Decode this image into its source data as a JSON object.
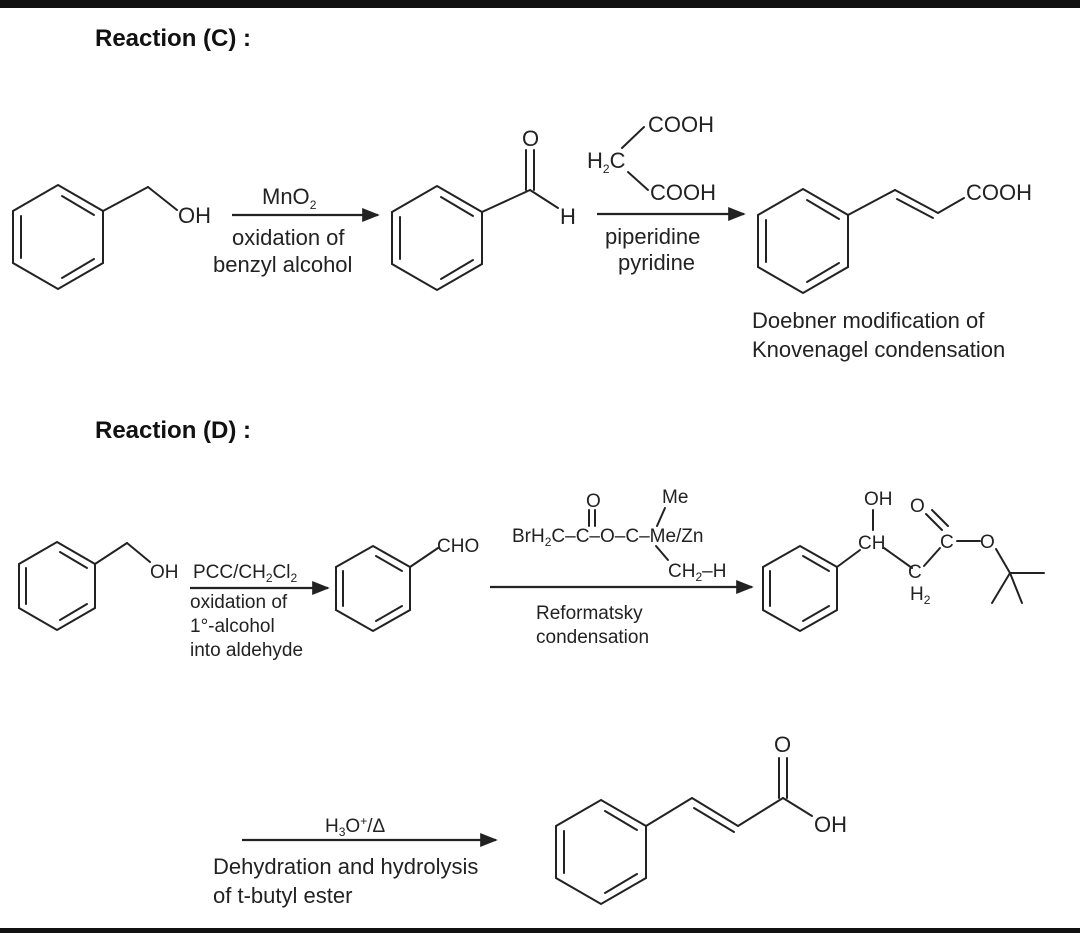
{
  "reaction_c": {
    "heading": "Reaction (C) :",
    "step1": {
      "reagent_main": "MnO",
      "reagent_sub": "2",
      "desc_1": "oxidation of",
      "desc_2": "benzyl alcohol"
    },
    "step2": {
      "reagent_h": "H",
      "reagent_h_sub": "2",
      "reagent_c": "C",
      "cooh_top": "COOH",
      "cooh_bottom": "COOH",
      "desc_1": "piperidine",
      "desc_2": "pyridine"
    },
    "atoms": {
      "oh": "OH",
      "o": "O",
      "h": "H",
      "product_cooh": "COOH"
    },
    "product_label_1": "Doebner modification of",
    "product_label_2": "Knovenagel condensation"
  },
  "reaction_d": {
    "heading": "Reaction (D) :",
    "step1": {
      "reagent_a": "PCC/CH",
      "reagent_sub1": "2",
      "reagent_b": "Cl",
      "reagent_sub2": "2",
      "desc_1": "oxidation of",
      "desc_2": "1°-alcohol",
      "desc_3": "into aldehyde"
    },
    "atoms": {
      "oh": "OH",
      "cho": "CHO"
    },
    "step2": {
      "carbonyl_o": "O",
      "br_part": "BrH",
      "br_sub": "2",
      "chain": "C–C–O–C–Me/Zn",
      "me": "Me",
      "ch": "CH",
      "ch_sub": "2",
      "ch_h": "–H",
      "desc_1": "Reformatsky",
      "desc_2": "condensation"
    },
    "product": {
      "oh": "OH",
      "ch": "CH",
      "o_top": "O",
      "c_ester": "C",
      "o_ester": "O",
      "c_alpha": "C",
      "h2": "H",
      "h2_sub": "2"
    }
  },
  "final_step": {
    "reagent_main": "H",
    "reagent_sub": "3",
    "reagent_o": "O",
    "reagent_sup": "+",
    "reagent_rest": "/Δ",
    "desc_1": "Dehydration and hydrolysis",
    "desc_2": "of t-butyl ester",
    "atoms": {
      "o": "O",
      "oh": "OH"
    }
  }
}
